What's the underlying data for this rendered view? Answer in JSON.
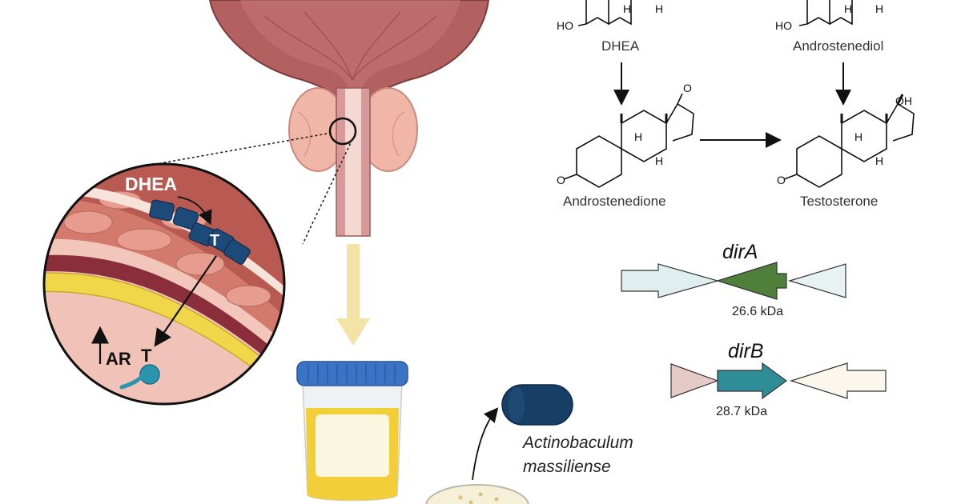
{
  "molecules": {
    "dhea": "DHEA",
    "androstenediol": "Androstenediol",
    "androstenedione": "Androstenedione",
    "testosterone": "Testosterone"
  },
  "atoms": {
    "ho": "HO",
    "h": "H",
    "o": "O",
    "oh": "OH"
  },
  "inset": {
    "dhea": "DHEA",
    "t_top": "T",
    "t_bottom": "T",
    "ar": "AR"
  },
  "genes": [
    {
      "name": "dirA",
      "mass": "26.6 kDa",
      "color": "#4f7f3a",
      "neighbor_left": "#dfeeee",
      "neighbor_right": "#e8f2f2"
    },
    {
      "name": "dirB",
      "mass": "28.7 kDa",
      "color": "#2f8d97",
      "neighbor_left": "#e5cbc8",
      "neighbor_right": "#fbf7ec"
    }
  ],
  "bacterium": {
    "line1": "Actinobaculum",
    "line2": "massiliense",
    "color": "#173f66"
  },
  "colors": {
    "bladder": "#b36060",
    "prostate": "#f0b6a8",
    "urine": "#f2d85a",
    "cap": "#3b73c5",
    "pale_arrow": "#f3e3a6",
    "dhea_block": "#1d4a78"
  }
}
